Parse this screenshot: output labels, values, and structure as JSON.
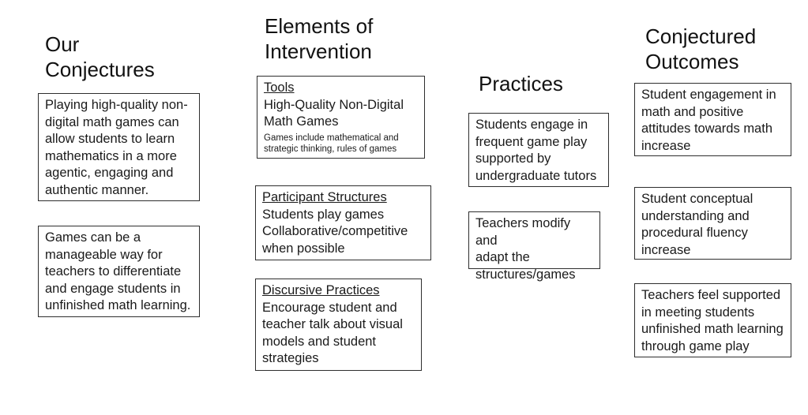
{
  "page": {
    "background_color": "#ffffff",
    "text_color": "#1a1a1a",
    "box_border_color": "#2e2e2e"
  },
  "columns": [
    {
      "id": "our-conjectures",
      "header": "Our\nConjectures",
      "boxes": [
        {
          "body": "Playing high-quality non-\ndigital math games can\nallow students to learn\nmathematics in a more\nagentic, engaging and\nauthentic manner."
        },
        {
          "body": "Games can be a\nmanageable way for\nteachers to differentiate\nand engage students in\nunfinished math learning."
        }
      ]
    },
    {
      "id": "elements-of-intervention",
      "header": "Elements of\nIntervention",
      "boxes": [
        {
          "title": "Tools",
          "body": "High-Quality Non-Digital\nMath Games",
          "note": "Games include mathematical and\nstrategic thinking, rules of games"
        },
        {
          "title": "Participant Structures",
          "body": "Students play games\nCollaborative/competitive\nwhen possible"
        },
        {
          "title": "Discursive Practices",
          "body": "Encourage student and\nteacher talk about visual\nmodels and student\nstrategies"
        }
      ]
    },
    {
      "id": "practices",
      "header": "Practices",
      "boxes": [
        {
          "body": "Students engage in\nfrequent game play\nsupported by\nundergraduate tutors"
        },
        {
          "body": "Teachers modify and\nadapt the\nstructures/games"
        }
      ]
    },
    {
      "id": "conjectured-outcomes",
      "header": "Conjectured\nOutcomes",
      "boxes": [
        {
          "body": "Student engagement in\nmath and positive\nattitudes towards math\nincrease"
        },
        {
          "body": "Student conceptual\nunderstanding and\nprocedural fluency\nincrease"
        },
        {
          "body": "Teachers feel supported\nin meeting students\nunfinished math learning\nthrough game play"
        }
      ]
    }
  ]
}
